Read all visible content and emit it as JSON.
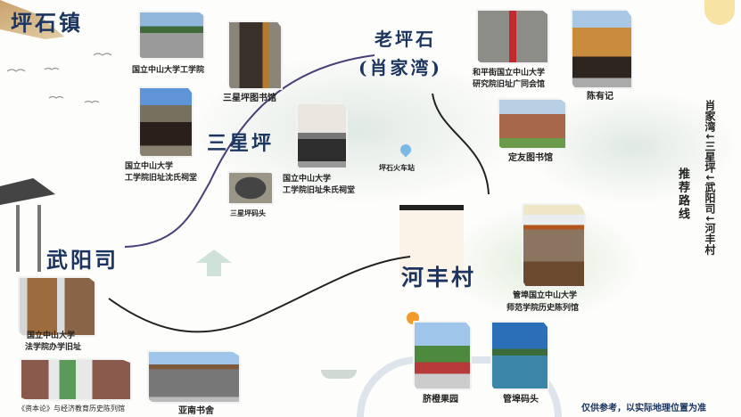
{
  "title": "坪石镇",
  "areas": {
    "sanxingping": "三星坪",
    "laopingshi": "老坪石",
    "xiaojiawan": "(肖家湾)",
    "heqing": "河丰村",
    "wuyangsi": "武阳司"
  },
  "sites": {
    "gongxueyuan": "国立中山大学工学院",
    "sxp_library": "三星坪图书馆",
    "shen_l1": "国立中山大学",
    "shen_l2": "工学院旧址沈氏祠堂",
    "zhu_l1": "国立中山大学",
    "zhu_l2": "工学院旧址朱氏祠堂",
    "sxp_pier": "三星坪码头",
    "guangtong_l1": "和平街国立中山大学",
    "guangtong_l2": "研究院旧址广同会馆",
    "chenyouji": "陈有记",
    "dingyou": "定友图书馆",
    "station": "坪石火车站",
    "shifan_l1": "管埠国立中山大学",
    "shifan_l2": "师范学院历史陈列馆",
    "orange": "脐橙果园",
    "guanbu_pier": "管埠码头",
    "faxue_l1": "国立中山大学",
    "faxue_l2": "法学院办学旧址",
    "capital": "《资本论》与经济教育历史陈列馆",
    "yanan": "亚南书舍"
  },
  "route": {
    "label": "推荐路线",
    "path": "肖家湾↓三星坪↓武阳司↓河丰村"
  },
  "disclaimer": "仅供参考，以实际地理位置为准",
  "colors": {
    "title": "#1b3560",
    "route_line": "#4a3f7a"
  }
}
